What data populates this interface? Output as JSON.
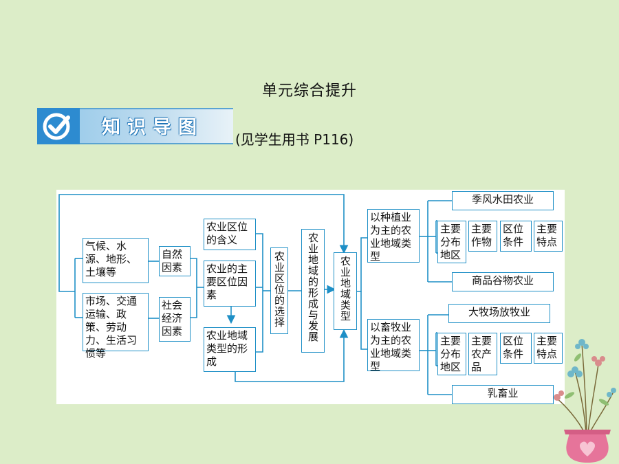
{
  "page": {
    "title": "单元综合提升",
    "banner_label": "知识导图",
    "book_ref": "(见学生用书 P116)"
  },
  "mindmap": {
    "natural_factors": "气候、水源、地形、土壤等",
    "natural_label": "自然因素",
    "social_factors": "市场、交通运输、政策、劳动力、生活习惯等",
    "social_label": "社会经济因素",
    "meaning": "农业区位的含义",
    "main_factors": "农业的主要区位因素",
    "formation": "农业地域类型的形成",
    "selection": "农业区位的选择",
    "development": "农业地域的形成与发展",
    "types": "农业地域类型",
    "planting": "以种植业为主的农业地域类型",
    "livestock": "以畜牧业为主的农业地域类型",
    "rice": "季风水田农业",
    "grain": "商品谷物农业",
    "ranch": "大牧场放牧业",
    "dairy": "乳畜业",
    "p_distribution": "主要分布地区",
    "p_crops": "主要作物",
    "p_conditions": "区位条件",
    "p_features": "主要特点",
    "l_distribution": "主要分布地区",
    "l_products": "主要农产品",
    "l_conditions": "区位条件",
    "l_features": "主要特点"
  },
  "colors": {
    "background": "#dcedc8",
    "line": "#1e8fc6",
    "banner": "#2d8bd0"
  }
}
